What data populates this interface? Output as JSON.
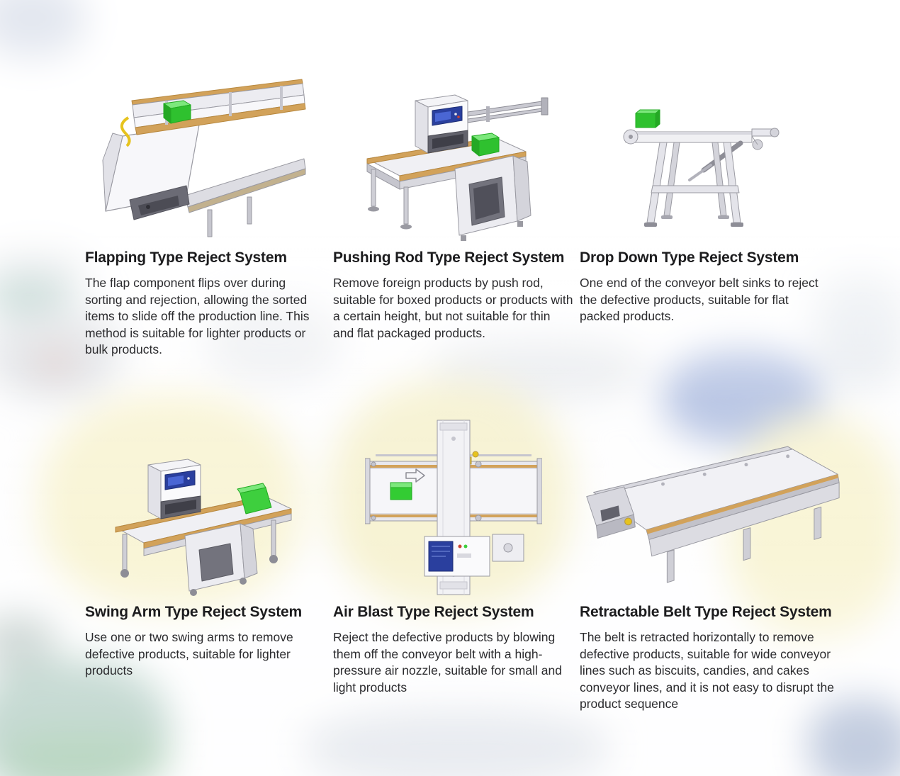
{
  "palette": {
    "product_green": "#33cc33",
    "control_panel_blue": "#2a3f9e",
    "conveyor_rail_tan": "#d2a25a",
    "machine_gray": "#e8e8ee"
  },
  "cards": [
    {
      "title": "Flapping Type Reject System",
      "description": "The flap component flips over during sorting and rejection, allowing the sorted items to slide off the production line. This method is suitable for lighter products or bulk products.",
      "illustration": "flapping-type-machine"
    },
    {
      "title": "Pushing Rod Type Reject System",
      "description": "Remove foreign products by push rod, suitable for boxed products or products with a certain height, but not suitable for thin and flat packaged products.",
      "illustration": "pushing-rod-type-machine"
    },
    {
      "title": "Drop Down Type Reject System",
      "description": "One end of the conveyor belt sinks to reject the defective products, suitable for flat packed products.",
      "illustration": "drop-down-type-machine"
    },
    {
      "title": "Swing Arm Type Reject System",
      "description": "Use one or two swing arms to remove defective products, suitable for lighter products",
      "illustration": "swing-arm-type-machine"
    },
    {
      "title": "Air Blast Type Reject System",
      "description": "Reject the defective products by blowing them off the conveyor belt with a high-pressure air nozzle, suitable for small and light products",
      "illustration": "air-blast-type-machine"
    },
    {
      "title": "Retractable Belt Type Reject System",
      "description": "The belt is retracted horizontally to remove defective products, suitable for wide conveyor lines such as biscuits, candies, and cakes conveyor lines, and it is not easy to disrupt the product sequence",
      "illustration": "retractable-belt-type-machine"
    }
  ]
}
